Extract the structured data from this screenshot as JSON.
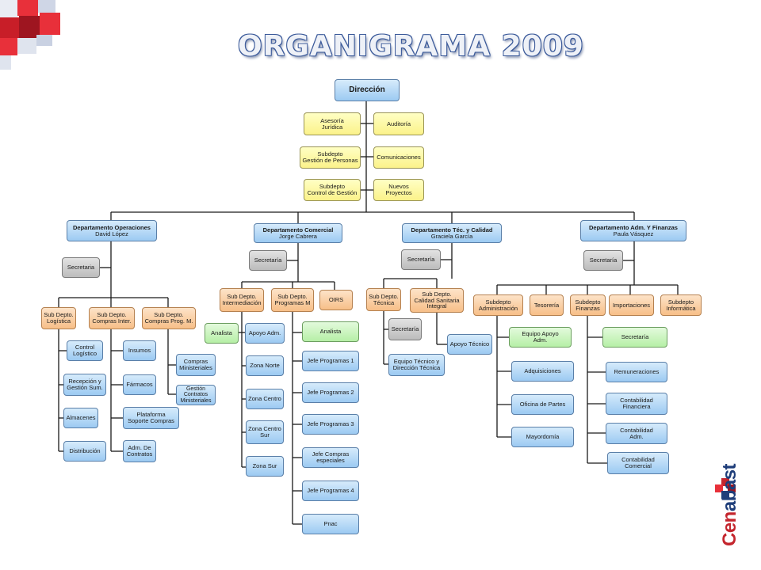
{
  "title": "ORGANIGRAMA 2009",
  "brand": {
    "text_part1": "Cen",
    "text_part2": "abast"
  },
  "colors": {
    "yellow": "#fbf28a",
    "blue": "#9ccaf2",
    "orange": "#f7bf88",
    "green": "#b6efa6",
    "gray": "#bcbcbc",
    "title_outline": "#3b5a9a",
    "brand_red": "#c4262e",
    "brand_blue": "#1f3e7a"
  },
  "top": {
    "direccion": "Dirección",
    "asesoria": [
      "Asesoría",
      "Jurídica"
    ],
    "auditoria": "Auditoría",
    "subdepto_personas": [
      "Subdepto",
      "Gestión de Personas"
    ],
    "comunicaciones": "Comunicaciones",
    "subdepto_control": [
      "Subdepto",
      "Control de Gestión"
    ],
    "nuevos_proyectos": "Nuevos Proyectos"
  },
  "operaciones": {
    "dept": {
      "name": "Departamento Operaciones",
      "head": "David López"
    },
    "secretaria": "Secretaria",
    "logistica": [
      "Sub Depto.",
      "Logística"
    ],
    "compras_inter": [
      "Sub Depto.",
      "Compras Inter."
    ],
    "compras_prog": [
      "Sub Depto.",
      "Compras Prog. M."
    ],
    "control_logistico": [
      "Control",
      "Logístico"
    ],
    "recepcion": [
      "Recepción y",
      "Gestión Sum."
    ],
    "almacenes": "Almacenes",
    "distribucion": "Distribución",
    "insumos": "Insumos",
    "farmacos": "Fármacos",
    "plataforma": [
      "Plataforma",
      "Soporte Compras"
    ],
    "adm_contratos": [
      "Adm. De",
      "Contratos"
    ],
    "compras_ministeriales": [
      "Compras",
      "Ministeriales"
    ],
    "gestion_contratos": [
      "Gestión",
      "Contratos",
      "Ministeriales"
    ]
  },
  "comercial": {
    "dept": {
      "name": "Departamento Comercial",
      "head": "Jorge Cabrera"
    },
    "secretaria": "Secretaría",
    "intermediacion": [
      "Sub Depto.",
      "Intermediación"
    ],
    "programas": [
      "Sub Depto.",
      "Programas M"
    ],
    "oirs": "OIRS",
    "analista_left": "Analista",
    "apoyo_adm": "Apoyo Adm.",
    "zona_norte": "Zona Norte",
    "zona_centro": "Zona Centro",
    "zona_centro_sur": [
      "Zona Centro",
      "Sur"
    ],
    "zona_sur": "Zona Sur",
    "analista_right": "Analista",
    "jefe1": "Jefe Programas 1",
    "jefe2": "Jefe Programas 2",
    "jefe3": "Jefe Programas 3",
    "jefe_especiales": [
      "Jefe Compras",
      "especiales"
    ],
    "jefe4": "Jefe Programas 4",
    "pnac": "Pnac"
  },
  "tecnico": {
    "dept": {
      "name": "Departamento Téc. y Calidad",
      "head": "Graciela García"
    },
    "secretaria": "Secretaría",
    "tecnica": [
      "Sub Depto.",
      "Técnica"
    ],
    "calidad": [
      "Sub Depto.",
      "Calidad Sanitaria",
      "Integral"
    ],
    "secretaria2": "Secretaría",
    "equipo": [
      "Equipo Técnico y",
      "Dirección Técnica"
    ],
    "apoyo_tecnico": "Apoyo Técnico"
  },
  "finanzas": {
    "dept": {
      "name": "Departamento Adm. Y Finanzas",
      "head": "Paula Vásquez"
    },
    "secretaria": "Secretaría",
    "administracion": [
      "Subdepto",
      "Administración"
    ],
    "tesoreria": "Tesorería",
    "subfinanzas": [
      "Subdepto",
      "Finanzas"
    ],
    "importaciones": "Importaciones",
    "informatica": [
      "Subdepto",
      "Informática"
    ],
    "equipo_apoyo": [
      "Equipo Apoyo",
      "Adm."
    ],
    "adquisiciones": "Adquisiciones",
    "oficina_partes": "Oficina de Partes",
    "mayordomia": "Mayordomía",
    "secretaria2": "Secretaría",
    "remuneraciones": "Remuneraciones",
    "cont_financiera": [
      "Contabilidad",
      "Financiera"
    ],
    "cont_adm": [
      "Contabilidad",
      "Adm."
    ],
    "cont_comercial": [
      "Contabilidad",
      "Comercial"
    ]
  }
}
